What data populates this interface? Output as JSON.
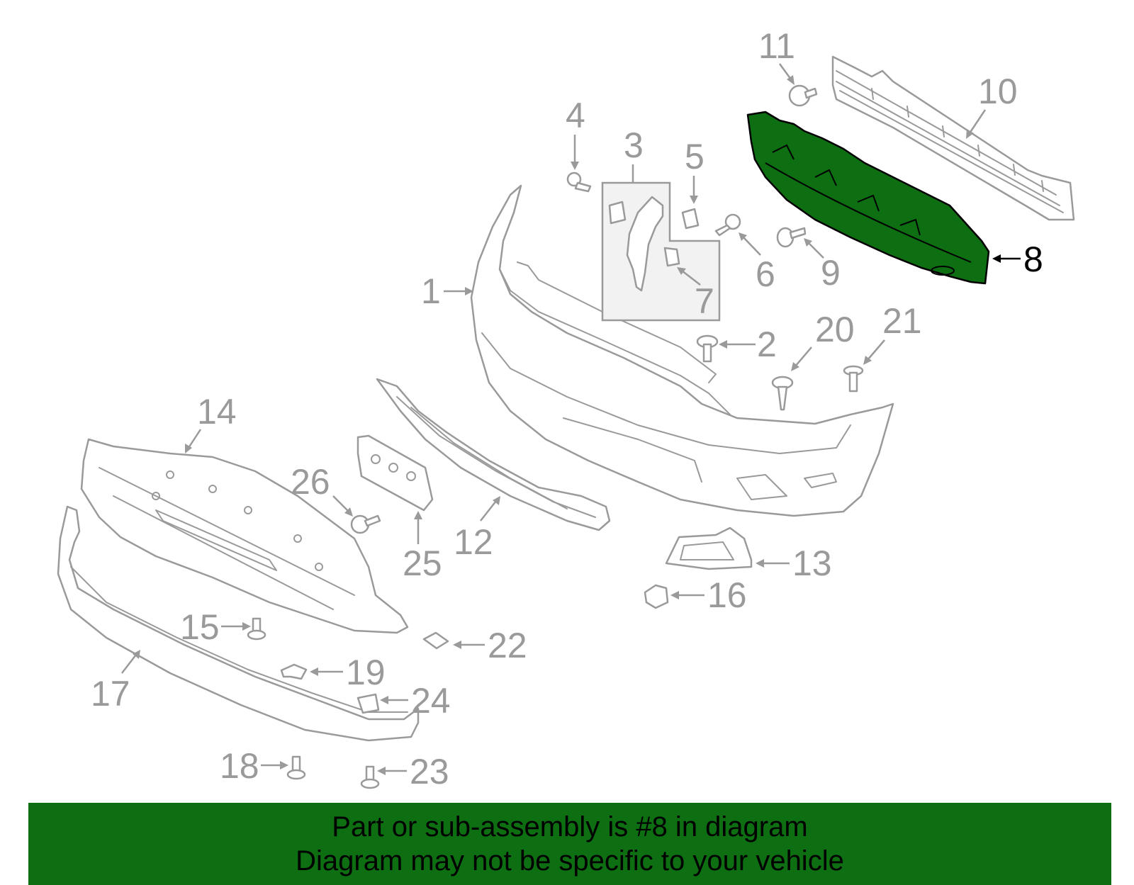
{
  "callouts": {
    "c1": "1",
    "c2": "2",
    "c3": "3",
    "c4": "4",
    "c5": "5",
    "c6": "6",
    "c7": "7",
    "c8": "8",
    "c9": "9",
    "c10": "10",
    "c11": "11",
    "c12": "12",
    "c13": "13",
    "c14": "14",
    "c15": "15",
    "c16": "16",
    "c17": "17",
    "c18": "18",
    "c19": "19",
    "c20": "20",
    "c21": "21",
    "c22": "22",
    "c23": "23",
    "c24": "24",
    "c25": "25",
    "c26": "26"
  },
  "highlight": {
    "part": "8",
    "color": "#0d6e12"
  },
  "colors": {
    "line": "#9a9a9a",
    "banner": "#0d6e12",
    "text": "#000000"
  },
  "banner": {
    "line1": "Part or sub-assembly is #8 in diagram",
    "line2": "Diagram may not be specific to your vehicle"
  }
}
